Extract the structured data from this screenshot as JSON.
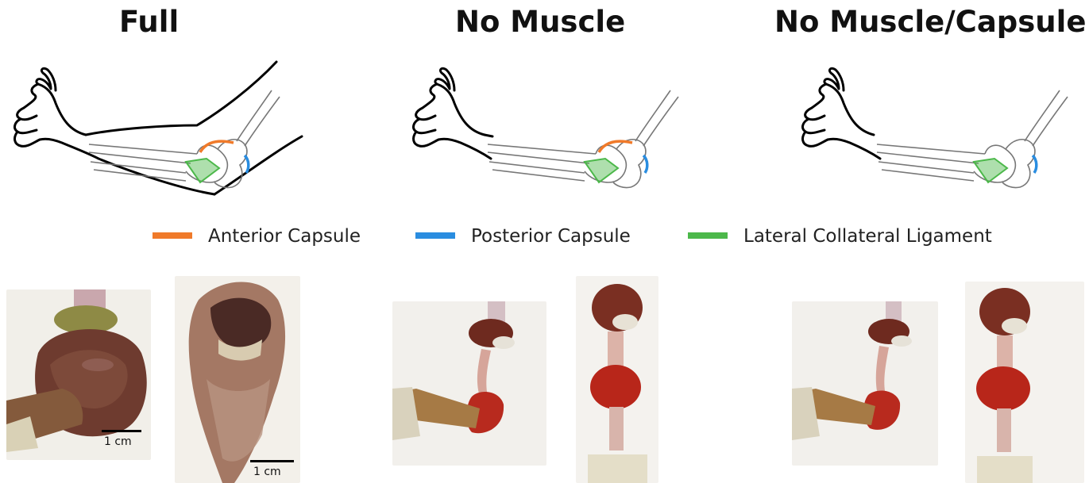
{
  "panels": [
    {
      "title": "Full"
    },
    {
      "title": "No Muscle"
    },
    {
      "title": "No Muscle/Capsule"
    }
  ],
  "legend": {
    "items": [
      {
        "label": "Anterior Capsule",
        "color": "#f07a2a"
      },
      {
        "label": "Posterior Capsule",
        "color": "#2a8de0"
      },
      {
        "label": "Lateral Collateral Ligament",
        "color": "#4cb84a"
      }
    ]
  },
  "scale": {
    "photo1_label": "1 cm",
    "photo2_label": "1 cm"
  }
}
